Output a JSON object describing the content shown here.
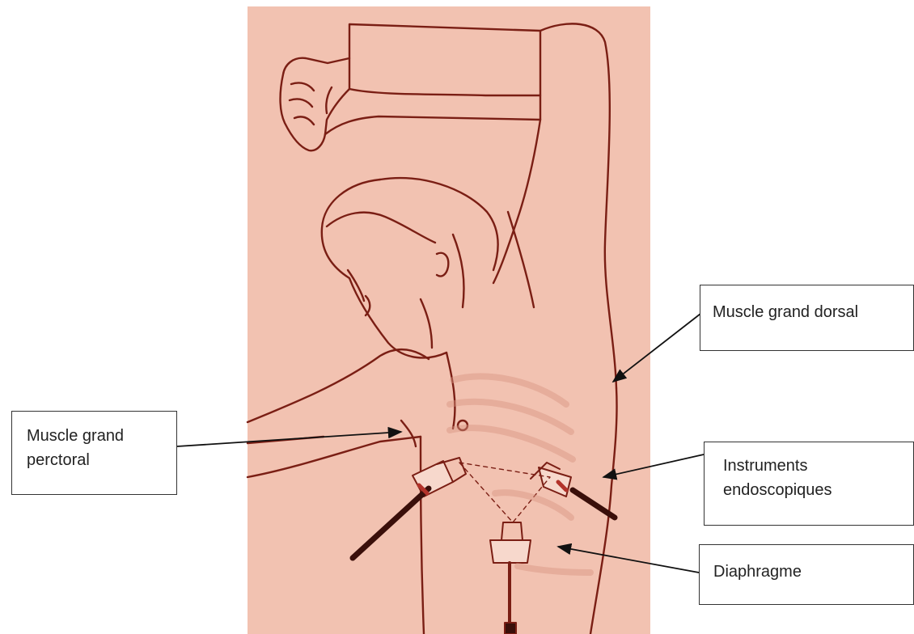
{
  "labels": {
    "dorsal": {
      "text": "Muscle grand dorsal"
    },
    "pectoral": {
      "line1": "Muscle grand",
      "line2": "perctoral"
    },
    "instruments": {
      "line1": "Instruments",
      "line2": "endoscopiques"
    },
    "diaphragme": {
      "text": "Diaphragme"
    }
  },
  "colors": {
    "illustration_background": "#f2c2b1",
    "line_art": "#7a1e14",
    "arrow": "#111111",
    "label_border": "#333333"
  },
  "illustration": {
    "subject": "patient-lying-lateral-arm-raised",
    "ports": [
      "left-trocar",
      "right-trocar",
      "lower-trocar"
    ]
  }
}
